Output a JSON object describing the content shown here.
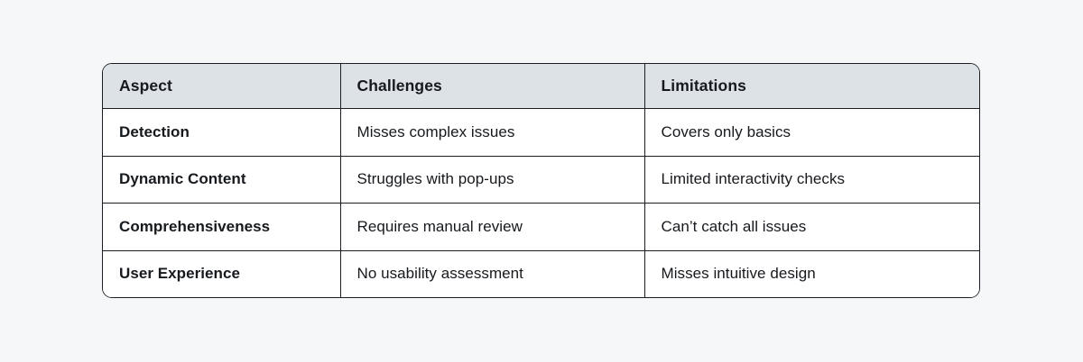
{
  "page": {
    "background_color": "#f6f7f9"
  },
  "table": {
    "name": "aspect-challenges-limitations-table",
    "border_color": "#1a1d21",
    "header_background": "#dde2e6",
    "body_background": "#ffffff",
    "text_color": "#16191d",
    "columns": [
      {
        "key": "aspect",
        "label": "Aspect"
      },
      {
        "key": "challenges",
        "label": "Challenges"
      },
      {
        "key": "limitations",
        "label": "Limitations"
      }
    ],
    "rows": [
      {
        "aspect": "Detection",
        "challenges": "Misses complex issues",
        "limitations": "Covers only basics"
      },
      {
        "aspect": "Dynamic Content",
        "challenges": "Struggles with pop-ups",
        "limitations": "Limited interactivity checks"
      },
      {
        "aspect": "Comprehensiveness",
        "challenges": "Requires manual review",
        "limitations": "Can’t catch all issues"
      },
      {
        "aspect": "User Experience",
        "challenges": "No usability assessment",
        "limitations": "Misses intuitive design"
      }
    ]
  }
}
